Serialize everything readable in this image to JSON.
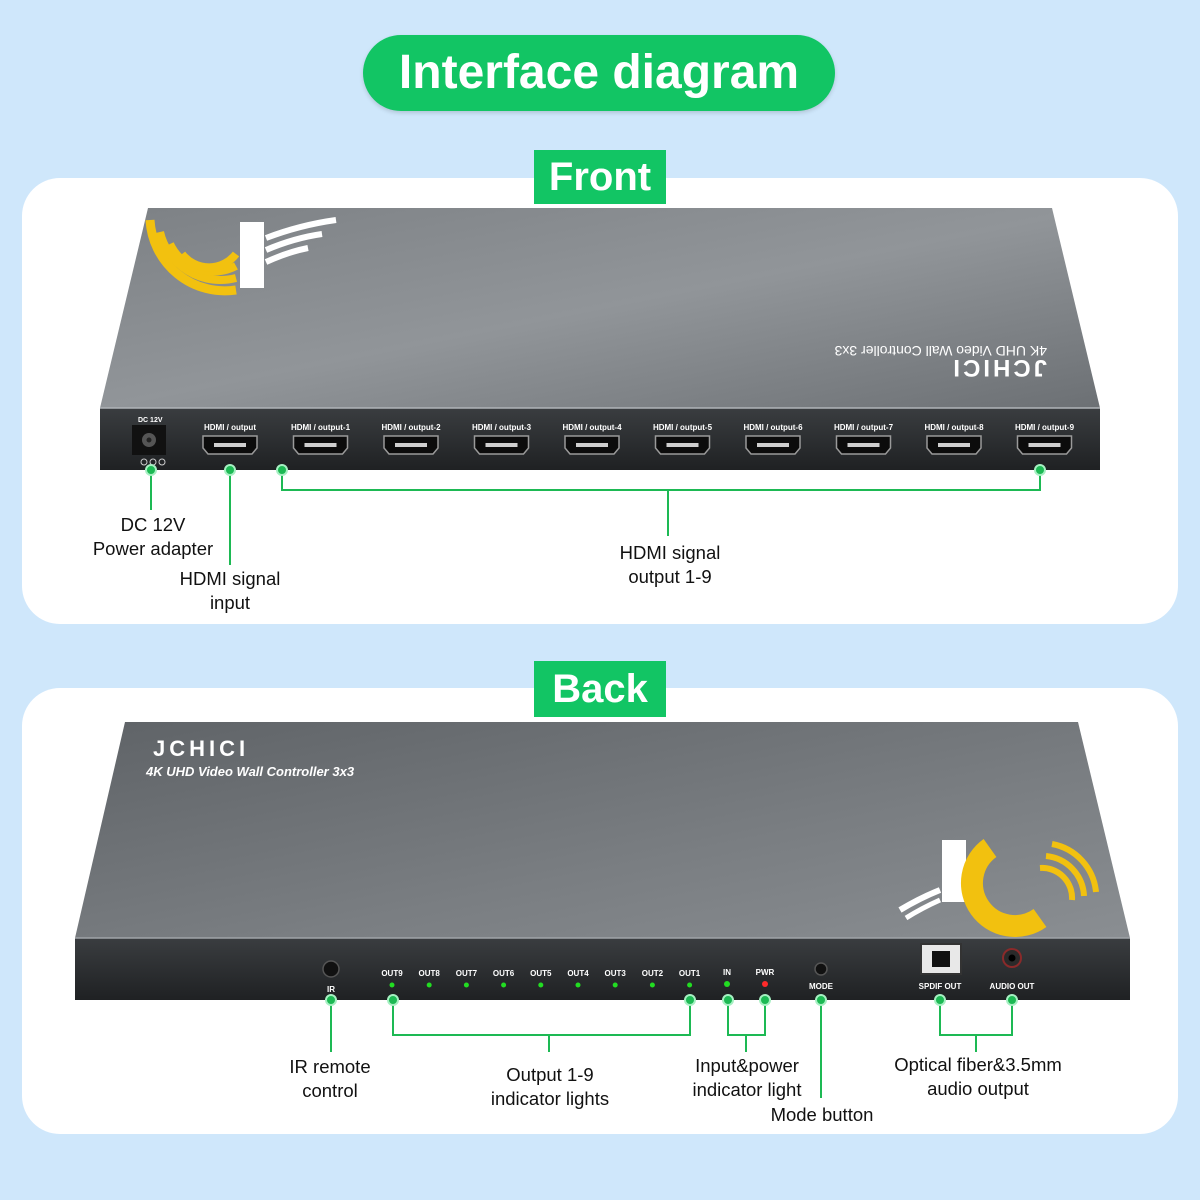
{
  "title": "Interface diagram",
  "front": {
    "tag": "Front",
    "device": {
      "brand": "JCHICI",
      "model": "4K UHD Video Wall Controller  3x3",
      "dc_label": "DC 12V",
      "ports": [
        "HDMI / output",
        "HDMI / output-1",
        "HDMI / output-2",
        "HDMI / output-3",
        "HDMI / output-4",
        "HDMI / output-5",
        "HDMI / output-6",
        "HDMI / output-7",
        "HDMI / output-8",
        "HDMI / output-9"
      ]
    },
    "callouts": {
      "power": "DC 12V\nPower adapter",
      "input": "HDMI signal\ninput",
      "outputs": "HDMI signal\noutput 1-9"
    }
  },
  "back": {
    "tag": "Back",
    "device": {
      "brand": "JCHICI",
      "model": "4K UHD Video Wall Controller 3x3",
      "ir_label": "IR",
      "out_labels": [
        "OUT9",
        "OUT8",
        "OUT7",
        "OUT6",
        "OUT5",
        "OUT4",
        "OUT3",
        "OUT2",
        "OUT1"
      ],
      "in_label": "IN",
      "pwr_label": "PWR",
      "mode_label": "MODE",
      "spdif_label": "SPDIF OUT",
      "audio_label": "AUDIO OUT"
    },
    "callouts": {
      "ir": "IR remote\ncontrol",
      "outputs": "Output 1-9\nindicator lights",
      "indicators": "Input&power\nindicator light",
      "mode": "Mode button",
      "audio": "Optical fiber&3.5mm\naudio output"
    }
  },
  "colors": {
    "accent_green": "#12c564",
    "line_green": "#1db954",
    "logo_yellow": "#f2c10f",
    "led_green": "#22dd22",
    "led_red": "#ff2a2a"
  }
}
